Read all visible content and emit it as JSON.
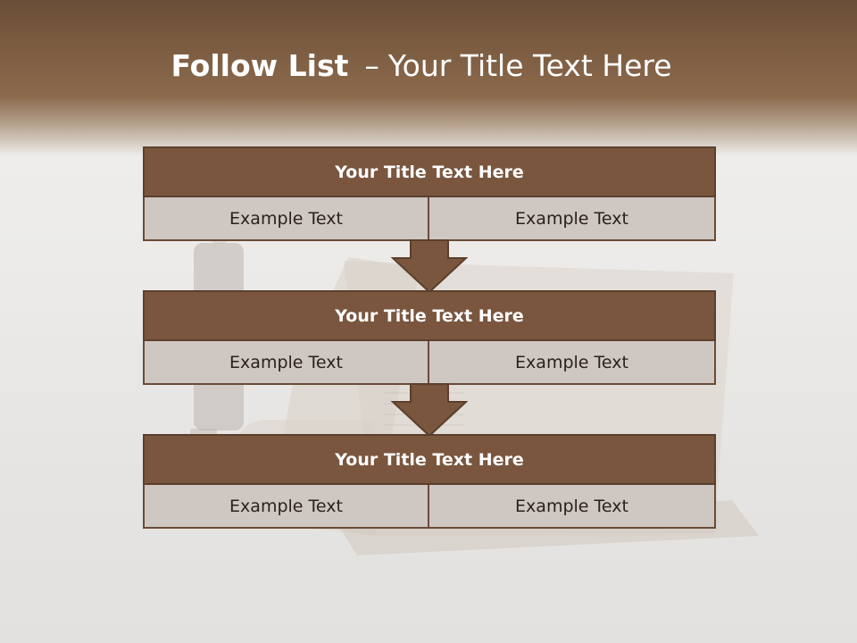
{
  "slide": {
    "title_bold": "Follow List",
    "title_separator": "–",
    "title_rest": "Your Title Text Here"
  },
  "steps": [
    {
      "title": "Your Title Text Here",
      "left": "Example Text",
      "right": "Example Text"
    },
    {
      "title": "Your Title Text Here",
      "left": "Example Text",
      "right": "Example Text"
    },
    {
      "title": "Your Title Text Here",
      "left": "Example Text",
      "right": "Example Text"
    }
  ],
  "colors": {
    "header": "#7c5c41",
    "block_title": "#7a563e",
    "block_cell": "#cfc7c2",
    "arrow": "#7a563e"
  }
}
